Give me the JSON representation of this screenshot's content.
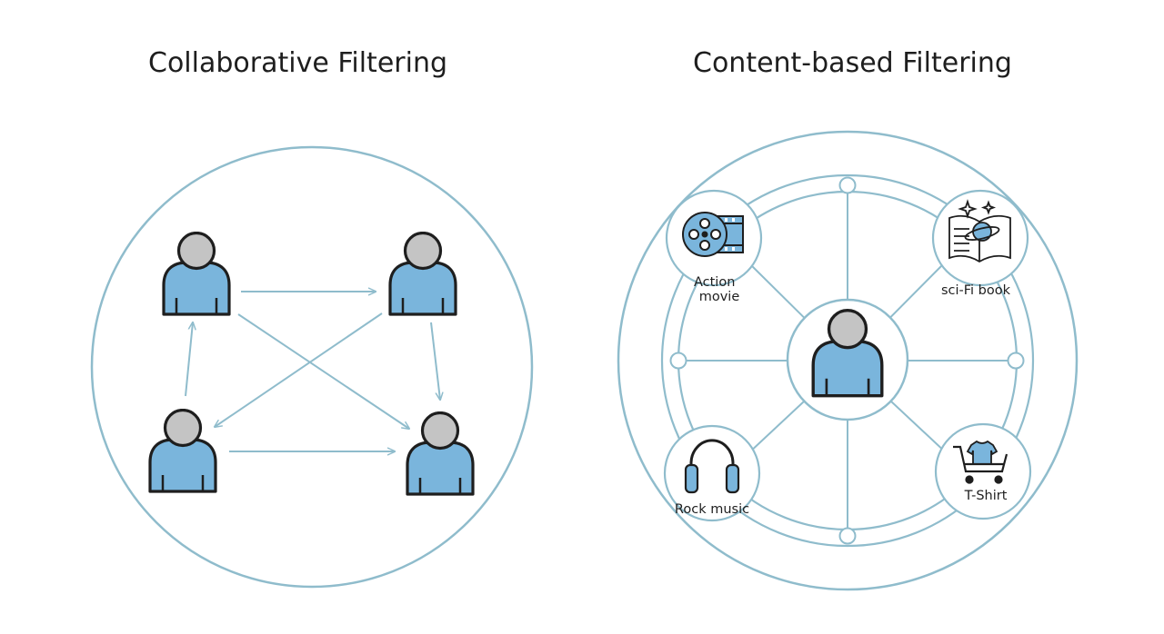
{
  "colors": {
    "outline": "#8fbccc",
    "arrow": "#8fbccc",
    "person_head": "#c4c4c4",
    "person_body": "#7ab5dc",
    "stroke": "#1e1e1e"
  },
  "collaborative": {
    "title": "Collaborative Filtering"
  },
  "content_based": {
    "title": "Content-based Filtering",
    "items": [
      {
        "id": "action-movie",
        "icon": "film-reel-icon",
        "label_lines": [
          "Action",
          "movie"
        ]
      },
      {
        "id": "scifi-book",
        "icon": "open-book-planet-icon",
        "label_lines": [
          "sci-Fi book"
        ]
      },
      {
        "id": "rock-music",
        "icon": "headphones-icon",
        "label_lines": [
          "Rock music"
        ]
      },
      {
        "id": "t-shirt",
        "icon": "shopping-cart-tshirt-icon",
        "label_lines": [
          "T-Shirt"
        ]
      }
    ]
  }
}
